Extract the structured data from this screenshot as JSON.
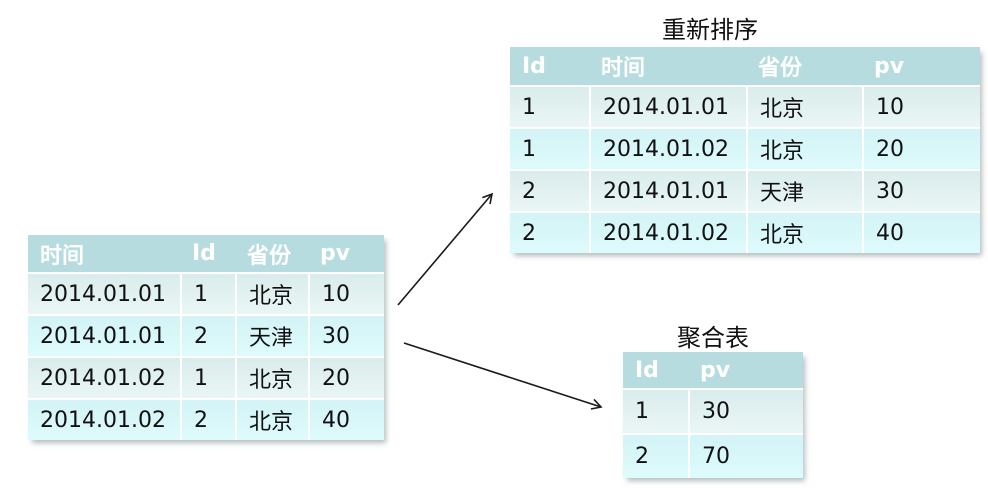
{
  "colors": {
    "page_bg": "#ffffff",
    "header_fill": "#b7dce0",
    "header_text": "#ffffff",
    "row_odd_top": "#d9ecec",
    "row_odd_bottom": "#eaf6f5",
    "row_even_top": "#d3f3f6",
    "row_even_bottom": "#defbfc",
    "cell_text": "#111111",
    "title_text": "#111111",
    "arrow": "#1a1a1a"
  },
  "left_table": {
    "headers": [
      "时间",
      "Id",
      "省份",
      "pv"
    ],
    "rows": [
      [
        "2014.01.01",
        "1",
        "北京",
        "10"
      ],
      [
        "2014.01.01",
        "2",
        "天津",
        "30"
      ],
      [
        "2014.01.02",
        "1",
        "北京",
        "20"
      ],
      [
        "2014.01.02",
        "2",
        "北京",
        "40"
      ]
    ]
  },
  "sorted_table": {
    "title": "重新排序",
    "headers": [
      "Id",
      "时间",
      "省份",
      "pv"
    ],
    "rows": [
      [
        "1",
        "2014.01.01",
        "北京",
        "10"
      ],
      [
        "1",
        "2014.01.02",
        "北京",
        "20"
      ],
      [
        "2",
        "2014.01.01",
        "天津",
        "30"
      ],
      [
        "2",
        "2014.01.02",
        "北京",
        "40"
      ]
    ]
  },
  "aggregate_table": {
    "title": "聚合表",
    "headers": [
      "Id",
      "pv"
    ],
    "rows": [
      [
        "1",
        "30"
      ],
      [
        "2",
        "70"
      ]
    ]
  }
}
